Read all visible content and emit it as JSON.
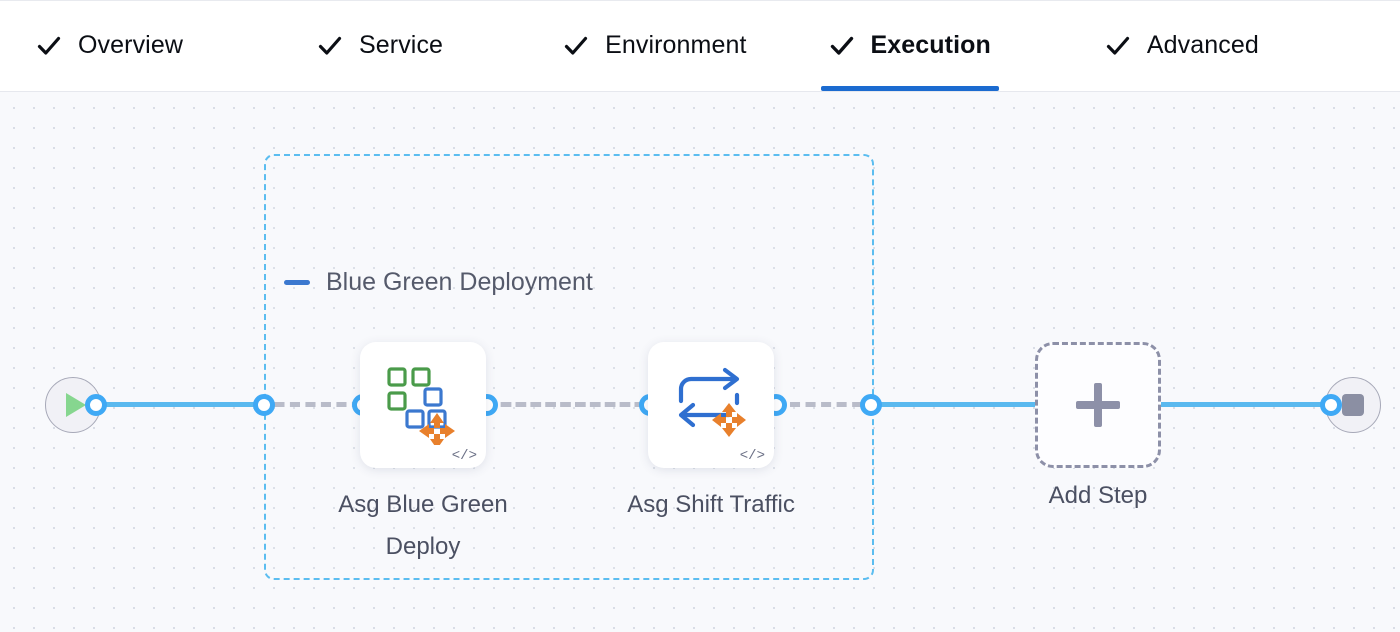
{
  "tabs": [
    {
      "label": "Overview",
      "icon": "check-icon",
      "active": false,
      "complete": true
    },
    {
      "label": "Service",
      "icon": "check-icon",
      "active": false,
      "complete": true
    },
    {
      "label": "Environment",
      "icon": "check-icon",
      "active": false,
      "complete": true
    },
    {
      "label": "Execution",
      "icon": "check-icon",
      "active": true,
      "complete": true
    },
    {
      "label": "Advanced",
      "icon": "check-icon",
      "active": false,
      "complete": true
    }
  ],
  "canvas": {
    "start_node": {
      "name": "pipeline-start",
      "icon": "play-icon"
    },
    "end_node": {
      "name": "pipeline-end",
      "icon": "stop-icon"
    },
    "group": {
      "title": "Blue Green Deployment",
      "collapse_icon": "minus-icon",
      "steps": [
        {
          "label": "Asg Blue Green Deploy",
          "icon": "asg-blue-green-deploy-icon",
          "badge": "</>"
        },
        {
          "label": "Asg Shift Traffic",
          "icon": "asg-shift-traffic-icon",
          "badge": "</>"
        }
      ]
    },
    "add_step": {
      "label": "Add Step",
      "icon": "plus-icon"
    }
  },
  "colors": {
    "accent_blue": "#1b6bd0",
    "edge_blue": "#5ab9ef",
    "port_blue": "#3fa9f5",
    "group_border": "#5bbdf0",
    "edge_dashed_gray": "#b9bcc9",
    "canvas_bg": "#f8f9fc",
    "text_dark": "#0b0e14",
    "text_muted": "#4b5062",
    "icon_orange": "#e8802c",
    "icon_green": "#4a9b4a",
    "icon_blue": "#3b78cf",
    "play_green": "#86d68f",
    "stop_gray": "#8b8fa3"
  }
}
